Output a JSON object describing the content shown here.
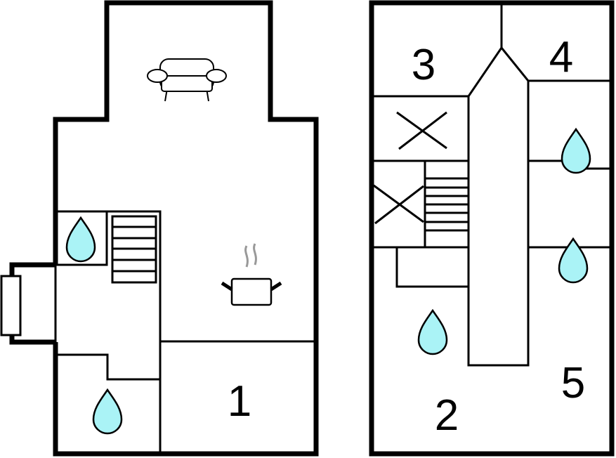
{
  "room_labels": {
    "r1": "1",
    "r2": "2",
    "r3": "3",
    "r4": "4",
    "r5": "5"
  },
  "colors": {
    "water": "#aaf3f6",
    "wall": "#000000",
    "steam": "#999999"
  },
  "icons": [
    "sofa-icon",
    "cooking-pot-icon",
    "water-drop-icon",
    "stairs-icon",
    "void-x-icon"
  ]
}
